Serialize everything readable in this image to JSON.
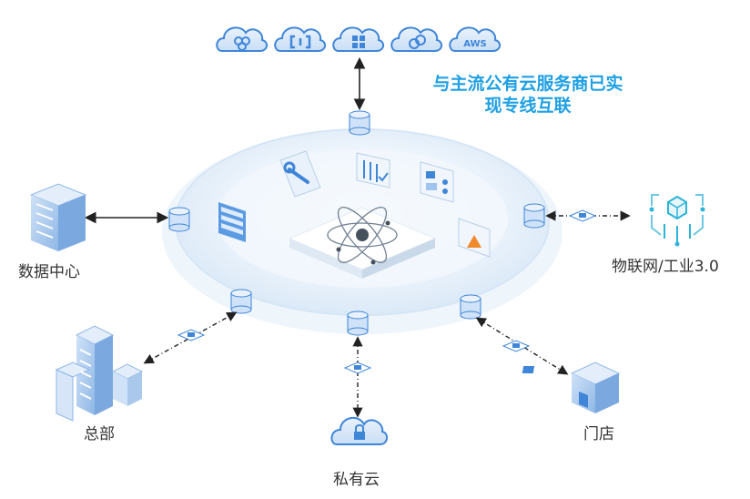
{
  "headline": {
    "line1": "与主流公有云服务商已实",
    "line2": "现专线互联",
    "color": "#1fa0e4"
  },
  "nodes": {
    "data_center": "数据中心",
    "iot": "物联网/工业3.0",
    "headquarters": "总部",
    "private_cloud": "私有云",
    "store": "门店"
  },
  "public_clouds": [
    {
      "icon": "cloud-rings-icon"
    },
    {
      "icon": "cloud-brackets-icon"
    },
    {
      "icon": "cloud-windows-icon"
    },
    {
      "icon": "cloud-circles-icon"
    },
    {
      "icon": "cloud-aws-icon",
      "text": "AWS"
    }
  ],
  "colors": {
    "primary": "#2f7fd8",
    "icon_fill": "#dbeaf9",
    "platform": "#e8f2fb",
    "connector_line": "#333333"
  }
}
